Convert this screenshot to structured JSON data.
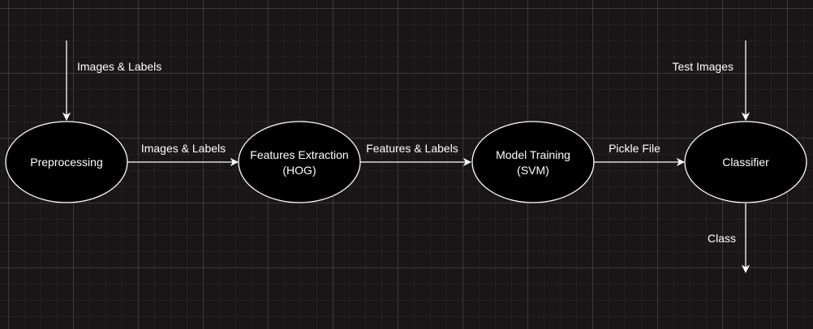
{
  "colors": {
    "background": "#1a1618",
    "node_fill": "#000000",
    "stroke": "#ffffff",
    "text": "#ffffff"
  },
  "nodes": {
    "preprocessing": {
      "line1": "Preprocessing",
      "line2": ""
    },
    "features": {
      "line1": "Features Extraction",
      "line2": "(HOG)"
    },
    "training": {
      "line1": "Model Training",
      "line2": "(SVM)"
    },
    "classifier": {
      "line1": "Classifier",
      "line2": ""
    }
  },
  "edges": {
    "input_left": "Images & Labels",
    "pre_to_feat": "Images & Labels",
    "feat_to_train": "Features & Labels",
    "train_to_class": "Pickle File",
    "input_right": "Test Images",
    "output": "Class"
  }
}
